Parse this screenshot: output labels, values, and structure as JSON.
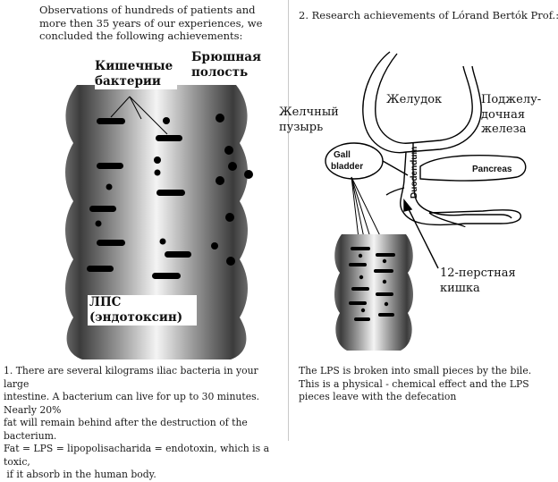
{
  "left_panel": {
    "intro_text": "Observations of hundreds of patients and more then 35 years of our experiences, we concluded the following achievements:",
    "labels": {
      "intestinal_bacteria": "Кишечные бактерии",
      "abdominal_cavity": "Брюшная полость",
      "lps_endotoxin": "ЛПС (эндотоксин)"
    },
    "footnote_lines": [
      "1. There are several kilograms iliac bacteria in your large",
      "intestine. A bacterium can live for up to 30 minutes. Nearly 20%",
      "fat will remain behind after the destruction of the bacterium.",
      "Fat = LPS = lipopolisacharida = endotoxin, which is a toxic,",
      " if it absorb in the human body."
    ]
  },
  "right_panel": {
    "heading": "2. Research achievements of Lórand Bertók Prof.:",
    "labels": {
      "stomach": "Желудок",
      "gallbladder_ru": "Желчный пузырь",
      "pancreas_ru": "Поджелу-дочная железа",
      "duodenum_ru": "12-перстная кишка",
      "gall_bladder_en": "Gall bladder",
      "duodenum_en": "Duodendum",
      "pancreas_en": "Pancreas"
    },
    "footnote_lines": [
      "The LPS is broken into small pieces by the bile.",
      "This is a physical - chemical effect and the LPS",
      "pieces leave with the defecation"
    ]
  },
  "colors": {
    "text": "#111111",
    "divider": "#c9c9c9",
    "tube_dark": "#4a4a4a",
    "tube_light": "#f2f2f2"
  }
}
